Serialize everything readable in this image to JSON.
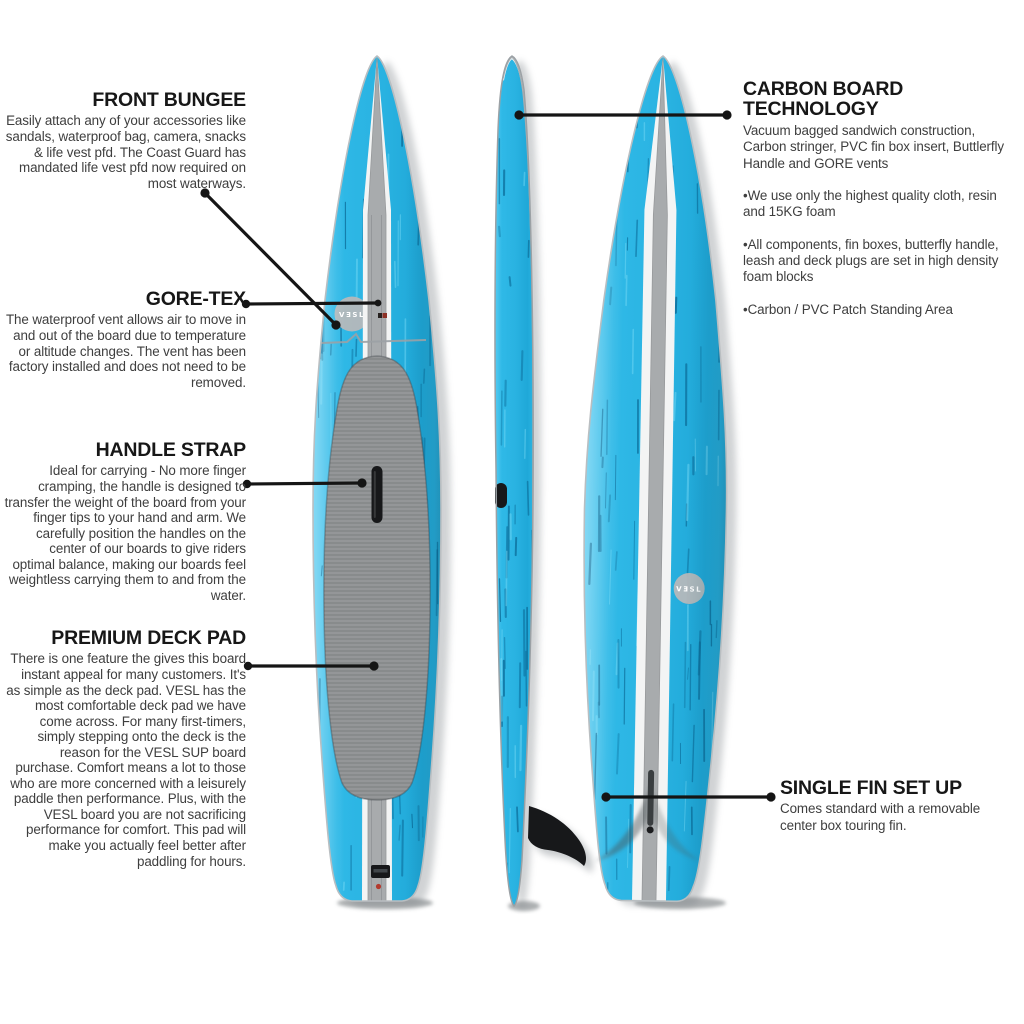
{
  "brand": {
    "logo_text": "VƎSL"
  },
  "colors": {
    "background": "#ffffff",
    "board_blue": "#29b4e2",
    "grain_dark": "#0c6c99",
    "grain_light": "#7bdbf6",
    "stripe_white": "#f3f4f4",
    "stripe_gray": "#a8abad",
    "deck_pad_gray": "#8f9293",
    "logo_gray": "#b5b8ba",
    "hardware_black": "#17181a",
    "accent_red": "#b33a2e",
    "connector_black": "#151515",
    "heading_text": "#171717",
    "body_text": "#3e3e3e"
  },
  "annotations": {
    "front_bungee": {
      "title": "FRONT BUNGEE",
      "body": "Easily attach any of your accessories like sandals, waterproof bag, camera, snacks & life vest pfd. The Coast Guard has mandated life vest pfd now required on most waterways."
    },
    "gore_tex": {
      "title": "GORE-TEX",
      "body": "The waterproof vent allows air to move in and out of the board due to temperature or altitude changes. The vent has been factory installed and does not need to be removed."
    },
    "handle_strap": {
      "title": "HANDLE STRAP",
      "body": "Ideal for carrying -  No more finger cramping, the handle is designed to transfer the weight of the board from your finger tips to your hand and arm.  We carefully position the handles on the center of our boards to give riders optimal balance, making our boards feel weightless carrying them to and from the water."
    },
    "premium_deck_pad": {
      "title": "PREMIUM DECK PAD",
      "body": "There is one feature the gives this board instant appeal for many customers. It's as simple as the deck pad. VESL has the most comfortable deck pad we have come across.  For many first-timers, simply stepping onto the deck is the reason for the VESL SUP board purchase.  Comfort means a lot to those who are more concerned with a leisurely paddle then performance. Plus, with the VESL board you are not sacrificing performance for comfort. This pad will make you actually feel better after paddling for hours."
    },
    "carbon_board_technology": {
      "title": "CARBON BOARD TECHNOLOGY",
      "intro": "Vacuum bagged  sandwich construction, Carbon stringer, PVC fin box insert, Buttlerfly Handle and GORE vents",
      "bullets": [
        "•We use only the highest quality cloth, resin and 15KG foam",
        "•All components, fin boxes, butterfly handle, leash and deck plugs are set in high density foam blocks",
        "•Carbon / PVC Patch Standing Area"
      ]
    },
    "single_fin_set_up": {
      "title": "SINGLE FIN SET UP",
      "body": "Comes standard with a removable center box touring fin."
    }
  }
}
